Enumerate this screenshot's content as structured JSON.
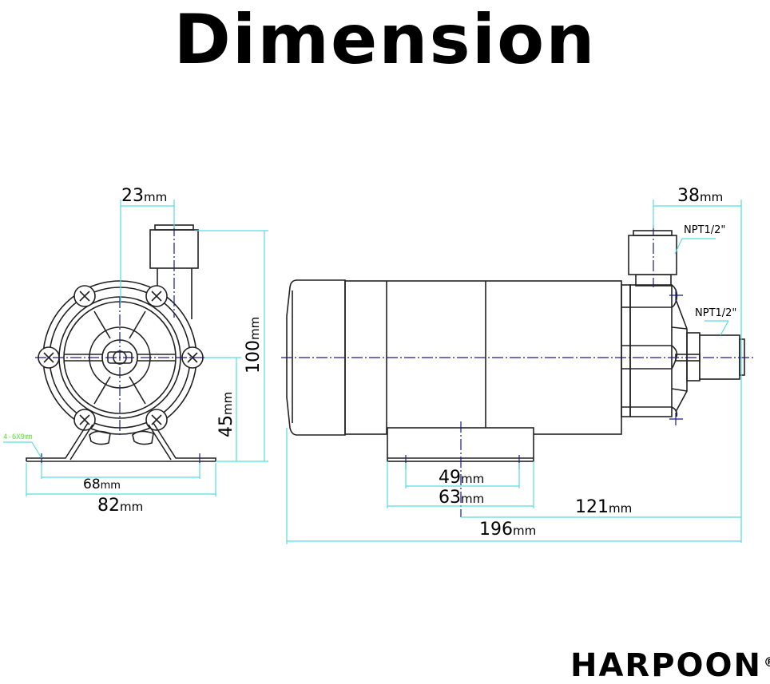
{
  "title": "Dimension",
  "brand": {
    "name": "HARPOON",
    "mark": "®"
  },
  "colors": {
    "outline": "#222222",
    "dimension_line": "#55dde0",
    "center_line": "#1a1a8c",
    "hole_label": "#66dd33",
    "text": "#000000"
  },
  "front_view": {
    "dims": {
      "inlet_offset": {
        "value": "23",
        "unit": "mm"
      },
      "total_height": {
        "value": "100",
        "unit": "mm"
      },
      "center_height": {
        "value": "45",
        "unit": "mm"
      },
      "hole_spacing": {
        "value": "68",
        "unit": "mm"
      },
      "base_width": {
        "value": "82",
        "unit": "mm"
      }
    },
    "hole_label": "4-6X9㎜"
  },
  "side_view": {
    "dims": {
      "outlet_to_inlet": {
        "value": "38",
        "unit": "mm"
      },
      "foot_hole_spacing": {
        "value": "49",
        "unit": "mm"
      },
      "foot_length": {
        "value": "63",
        "unit": "mm"
      },
      "foot_center_to_inlet": {
        "value": "121",
        "unit": "mm"
      },
      "overall_length": {
        "value": "196",
        "unit": "mm"
      }
    },
    "thread_labels": {
      "outlet": "NPT1/2\"",
      "inlet": "NPT1/2\""
    }
  }
}
